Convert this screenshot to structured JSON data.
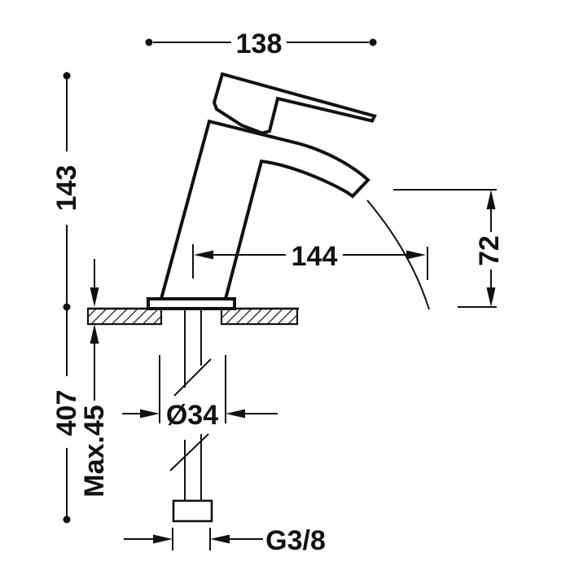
{
  "drawing": {
    "background": "#ffffff",
    "stroke_color": "#111111",
    "labels": {
      "width_138": "138",
      "height_143": "143",
      "reach_144": "144",
      "spout_height_72": "72",
      "depth_407": "407",
      "max_45": "Max.45",
      "diameter_34": "Ø34",
      "thread_g38": "G3/8"
    }
  }
}
